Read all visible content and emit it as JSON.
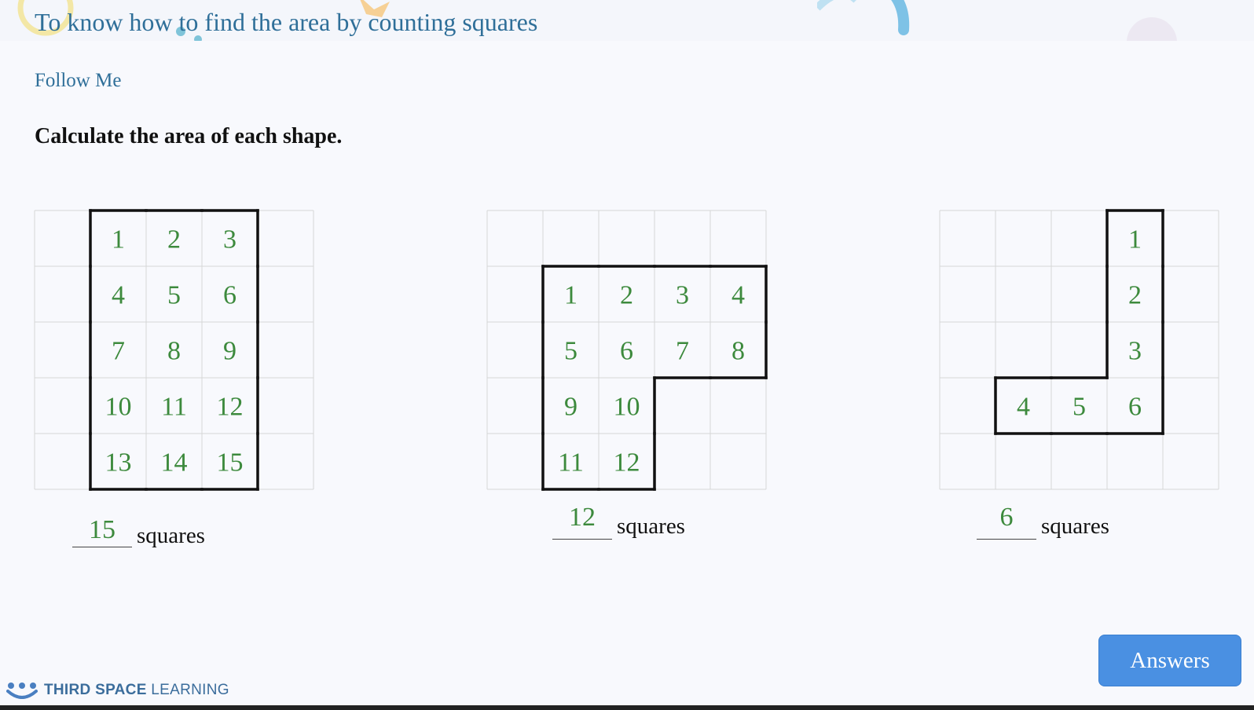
{
  "header": {
    "title": "To know how to find the area by counting squares"
  },
  "section": {
    "label": "Follow Me"
  },
  "instruction": "Calculate the area of each shape.",
  "colors": {
    "number": "#3d8a3d",
    "title": "#2f6f99",
    "grid": "#d6d6d6",
    "outline": "#111111",
    "button": "#4a90e2",
    "brand": "#3b6d9c"
  },
  "shapes": [
    {
      "cols": 5,
      "rows": 5,
      "filled": [
        [
          0,
          1
        ],
        [
          0,
          2
        ],
        [
          0,
          3
        ],
        [
          1,
          1
        ],
        [
          1,
          2
        ],
        [
          1,
          3
        ],
        [
          2,
          1
        ],
        [
          2,
          2
        ],
        [
          2,
          3
        ],
        [
          3,
          1
        ],
        [
          3,
          2
        ],
        [
          3,
          3
        ],
        [
          4,
          1
        ],
        [
          4,
          2
        ],
        [
          4,
          3
        ]
      ],
      "numbers": [
        "1",
        "2",
        "3",
        "4",
        "5",
        "6",
        "7",
        "8",
        "9",
        "10",
        "11",
        "12",
        "13",
        "14",
        "15"
      ],
      "answer": "15",
      "unit": "squares"
    },
    {
      "cols": 5,
      "rows": 5,
      "filled": [
        [
          1,
          1
        ],
        [
          1,
          2
        ],
        [
          1,
          3
        ],
        [
          1,
          4
        ],
        [
          2,
          1
        ],
        [
          2,
          2
        ],
        [
          2,
          3
        ],
        [
          2,
          4
        ],
        [
          3,
          1
        ],
        [
          3,
          2
        ],
        [
          4,
          1
        ],
        [
          4,
          2
        ]
      ],
      "numbers": [
        "1",
        "2",
        "3",
        "4",
        "5",
        "6",
        "7",
        "8",
        "9",
        "10",
        "11",
        "12"
      ],
      "answer": "12",
      "unit": "squares"
    },
    {
      "cols": 5,
      "rows": 5,
      "filled": [
        [
          0,
          3
        ],
        [
          1,
          3
        ],
        [
          2,
          3
        ],
        [
          3,
          1
        ],
        [
          3,
          2
        ],
        [
          3,
          3
        ]
      ],
      "numbers": [
        "1",
        "2",
        "3",
        "4",
        "5",
        "6"
      ],
      "answer": "6",
      "unit": "squares"
    }
  ],
  "button": {
    "answers_label": "Answers"
  },
  "brand": {
    "strong": "THIRD SPACE",
    "light": "LEARNING",
    "logo_icon": "third-space-logo-icon"
  }
}
